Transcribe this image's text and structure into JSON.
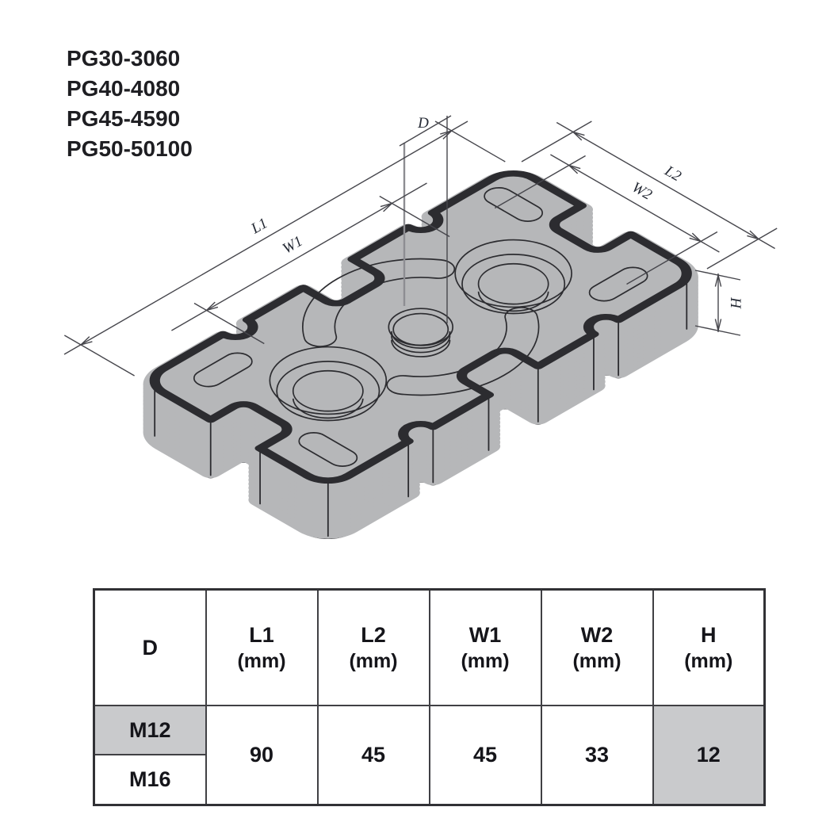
{
  "product_codes": [
    "PG30-3060",
    "PG40-4080",
    "PG45-4590",
    "PG50-50100"
  ],
  "diagram": {
    "description": "isometric technical drawing of foundation mounting plate with two counterbored holes, central threaded hole, two arc slots and four oval slots",
    "dim_labels": {
      "d": "D",
      "l1": "L1",
      "w1": "W1",
      "l2": "L2",
      "w2": "W2",
      "h": "H"
    },
    "colors": {
      "plate_fill": "#b6b7b9",
      "outline": "#2c2c30",
      "dimension_line": "#46464c",
      "label_text": "#262b36"
    }
  },
  "spec_table": {
    "columns": [
      {
        "key": "d",
        "label": "D",
        "unit": ""
      },
      {
        "key": "l1",
        "label": "L1",
        "unit": "(mm)"
      },
      {
        "key": "l2",
        "label": "L2",
        "unit": "(mm)"
      },
      {
        "key": "w1",
        "label": "W1",
        "unit": "(mm)"
      },
      {
        "key": "w2",
        "label": "W2",
        "unit": "(mm)"
      },
      {
        "key": "h",
        "label": "H",
        "unit": "(mm)"
      }
    ],
    "thread_rows": [
      "M12",
      "M16"
    ],
    "values": {
      "l1": "90",
      "l2": "45",
      "w1": "45",
      "w2": "33",
      "h": "12"
    },
    "shade_color": "#c9cacc",
    "border_color": "#3a3a3e"
  }
}
